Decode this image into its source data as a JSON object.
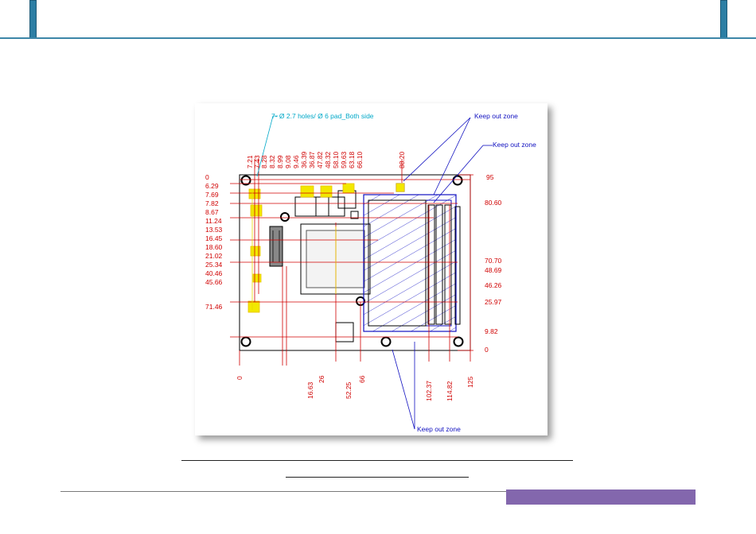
{
  "colors": {
    "header_accent": "#2c7ea4",
    "footer_bar": "#8367ad",
    "dimension_red": "#d00000",
    "keepout_blue": "#1010c0",
    "annotation_cyan": "#00a8c8",
    "component_yellow": "#e8d800"
  },
  "drawing": {
    "hole_note": "7- Ø 2.7 holes/   Ø 6 pad_Both side",
    "keepout_top": "Keep out zone",
    "keepout_right": "Keep out zone",
    "keepout_bottom": "Keep out zone",
    "left_dims": [
      "0",
      "6.29",
      "7.69",
      "7.82",
      "8.67",
      "11.24",
      "13.53",
      "16.45",
      "18.60",
      "21.02",
      "25.34",
      "40.46",
      "45.66",
      "71.46"
    ],
    "top_dims": [
      "7.21",
      "7.43",
      "8.28",
      "8.32",
      "8.99",
      "9.08",
      "9.46",
      "36.39",
      "36.87",
      "47.82",
      "48.32",
      "58.10",
      "59.63",
      "63.18",
      "66.10",
      "88.20"
    ],
    "right_dims": [
      "95",
      "80.60",
      "70.70",
      "48.69",
      "46.26",
      "25.97",
      "9.82",
      "0"
    ],
    "bottom_dims": [
      "0",
      "16.63",
      "26",
      "52.25",
      "66",
      "102.37",
      "114.82",
      "125"
    ]
  }
}
